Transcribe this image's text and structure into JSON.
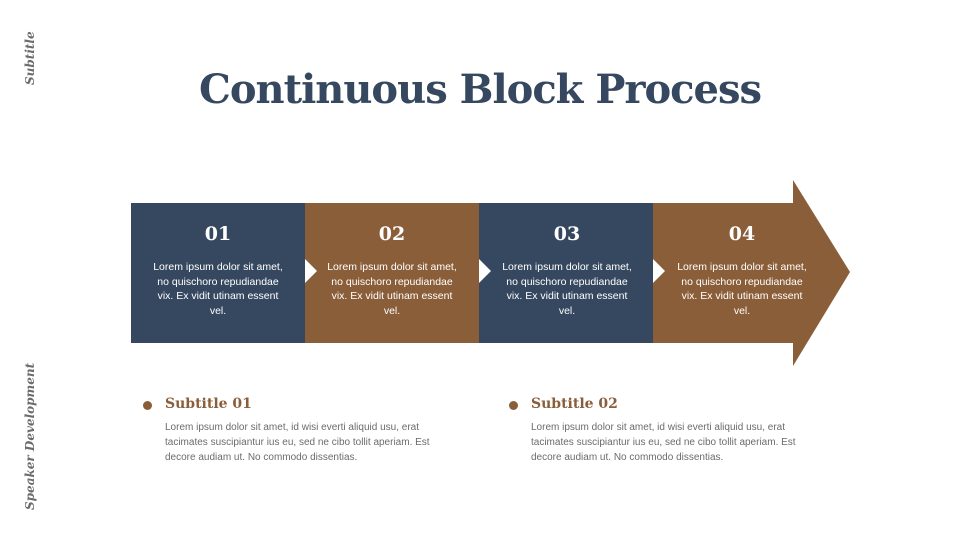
{
  "side": {
    "top_label": "Subtitle",
    "bottom_label": "Speaker Development"
  },
  "title": "Continuous Block Process",
  "colors": {
    "navy": "#364860",
    "brown": "#8b5e3a",
    "text_gray": "#6b6b6b"
  },
  "steps": [
    {
      "number": "01",
      "text": "Lorem ipsum dolor sit amet, no quischoro repudiandae vix. Ex vidit utinam essent vel."
    },
    {
      "number": "02",
      "text": "Lorem ipsum dolor sit amet, no quischoro repudiandae vix. Ex vidit utinam essent vel."
    },
    {
      "number": "03",
      "text": "Lorem ipsum dolor sit amet, no quischoro repudiandae vix. Ex vidit utinam essent vel."
    },
    {
      "number": "04",
      "text": "Lorem ipsum dolor sit amet, no quischoro repudiandae vix. Ex vidit utinam essent vel."
    }
  ],
  "subtitles": [
    {
      "title": "Subtitle 01",
      "text": "Lorem ipsum dolor sit amet, id wisi everti aliquid usu, erat tacimates suscipiantur ius eu, sed ne cibo tollit aperiam. Est decore audiam ut. No commodo dissentias."
    },
    {
      "title": "Subtitle 02",
      "text": "Lorem ipsum dolor sit amet, id wisi everti aliquid usu, erat tacimates suscipiantur ius eu, sed ne cibo tollit aperiam. Est decore audiam ut. No commodo dissentias."
    }
  ]
}
